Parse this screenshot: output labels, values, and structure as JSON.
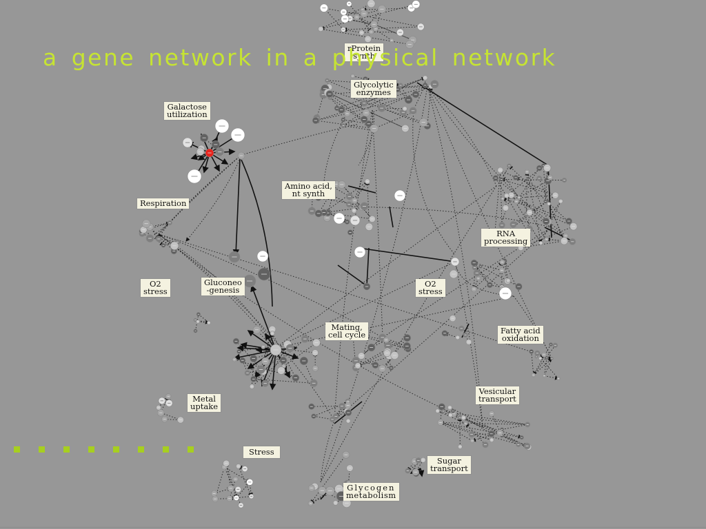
{
  "slide": {
    "title": "a gene network in a physical network",
    "accent_color": "#c6e432",
    "bullet_color": "#a7cf1f",
    "background": "#979797"
  },
  "labels": {
    "rprotein": [
      "rProtein",
      "synth"
    ],
    "glycolytic": [
      "Glycolytic",
      "enzymes"
    ],
    "galactose": [
      "Galactose",
      "utilization"
    ],
    "amino": [
      "Amino acid,",
      "nt synth"
    ],
    "respiration": [
      "Respiration"
    ],
    "rna": [
      "RNA",
      "processing"
    ],
    "o2_left": [
      "O2",
      "stress"
    ],
    "gluconeo": [
      "Gluconeo",
      "-genesis"
    ],
    "o2_right": [
      "O2",
      "stress"
    ],
    "mating": [
      "Mating,",
      "cell cycle"
    ],
    "fatty": [
      "Fatty acid",
      "oxidation"
    ],
    "metal": [
      "Metal",
      "uptake"
    ],
    "vesicular": [
      "Vesicular",
      "transport"
    ],
    "stress": [
      "Stress"
    ],
    "sugar": [
      "Sugar",
      "transport"
    ],
    "glycogen": [
      "Glycogen",
      "metabolism"
    ]
  },
  "network": {
    "highlight_node_color": "#e8231c",
    "node_shades": [
      "#ffffff",
      "#e2e2e2",
      "#c4c4c4",
      "#a6a6a6",
      "#7f7f7f",
      "#616161"
    ]
  }
}
